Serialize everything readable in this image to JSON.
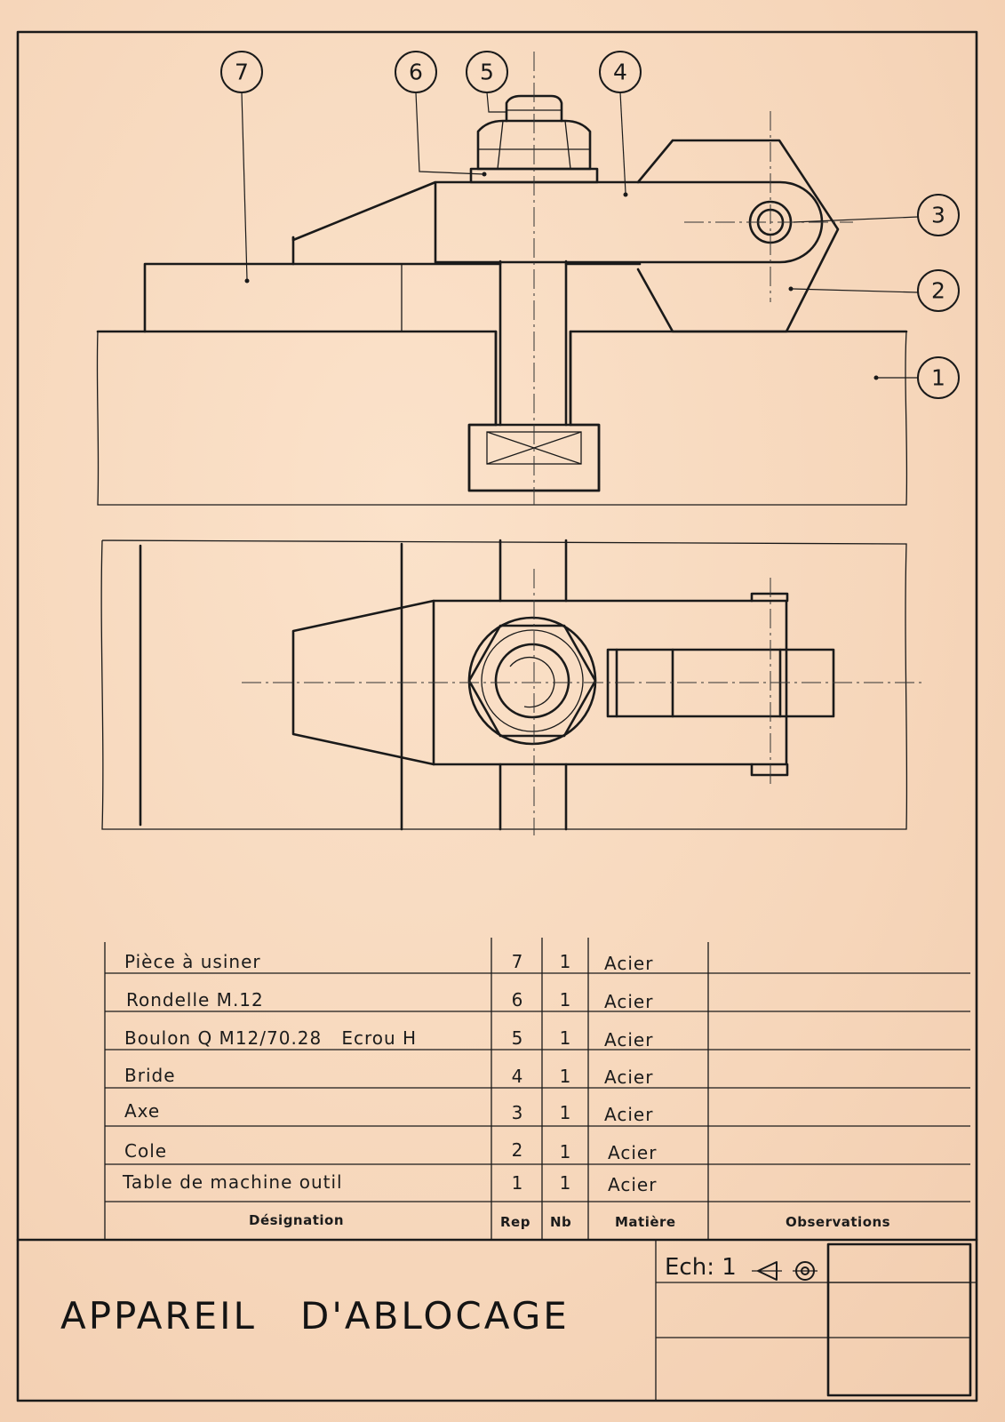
{
  "balloons": [
    "7",
    "6",
    "5",
    "4",
    "3",
    "2",
    "1"
  ],
  "nomenclature": {
    "rows": [
      {
        "designation": "Pièce à usiner",
        "rep": "7",
        "nb": "1",
        "matiere": "Acier",
        "observations": ""
      },
      {
        "designation": "Rondelle M.12",
        "rep": "6",
        "nb": "1",
        "matiere": "Acier",
        "observations": ""
      },
      {
        "designation": "Boulon Q M12/70.28   Ecrou H",
        "rep": "5",
        "nb": "1",
        "matiere": "Acier",
        "observations": ""
      },
      {
        "designation": "Bride",
        "rep": "4",
        "nb": "1",
        "matiere": "Acier",
        "observations": ""
      },
      {
        "designation": "Axe",
        "rep": "3",
        "nb": "1",
        "matiere": "Acier",
        "observations": ""
      },
      {
        "designation": "Cole",
        "rep": "2",
        "nb": "1",
        "matiere": "Acier",
        "observations": ""
      },
      {
        "designation": "Table de machine outil",
        "rep": "1",
        "nb": "1",
        "matiere": "Acier",
        "observations": ""
      }
    ],
    "headers": {
      "designation": "Désignation",
      "rep": "Rep",
      "nb": "Nb",
      "matiere": "Matière",
      "observations": "Observations"
    }
  },
  "title_block": {
    "title": "APPAREIL   D'ABLOCAGE",
    "scale": "Ech: 1",
    "projection_symbol": "first-angle-projection-icon"
  },
  "colors": {
    "paper": "#f7d9bf",
    "ink": "#1a1a1a"
  }
}
